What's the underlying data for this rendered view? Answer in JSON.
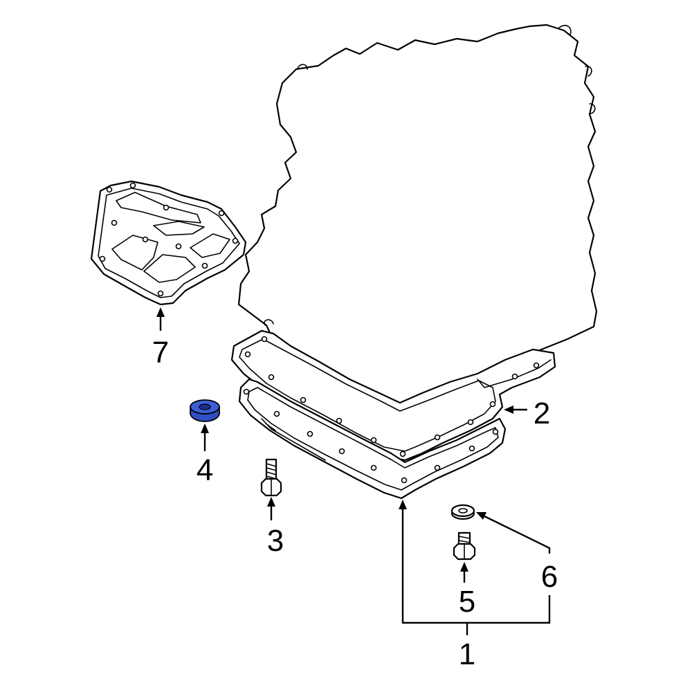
{
  "callouts": {
    "c1": "1",
    "c2": "2",
    "c3": "3",
    "c4": "4",
    "c5": "5",
    "c6": "6",
    "c7": "7"
  },
  "colors": {
    "line": "#000000",
    "background": "#ffffff",
    "highlight_fill": "#3a5fd6",
    "highlight_dark": "#1c2f8a"
  },
  "highlighted_part": "4"
}
